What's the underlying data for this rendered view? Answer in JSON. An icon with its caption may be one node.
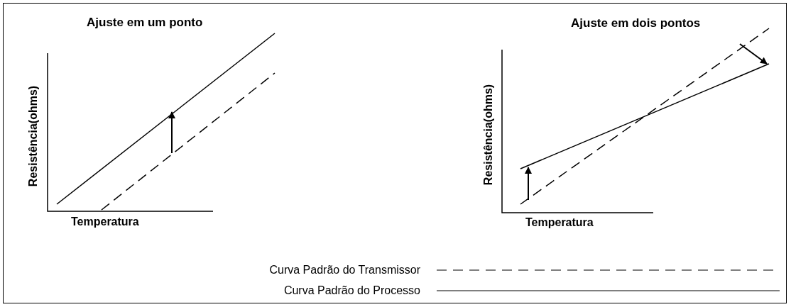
{
  "diagram": {
    "labels": [
      "Ajuste em um ponto",
      "Ajuste em dois pontos",
      "Resistência(ohms)",
      "Resistência(ohms)",
      "Temperatura",
      "Temperatura"
    ],
    "legend": [
      {
        "text": "Curva Padrão do Transmissor"
      },
      {
        "text": "Curva Padrão do Processo"
      }
    ]
  }
}
